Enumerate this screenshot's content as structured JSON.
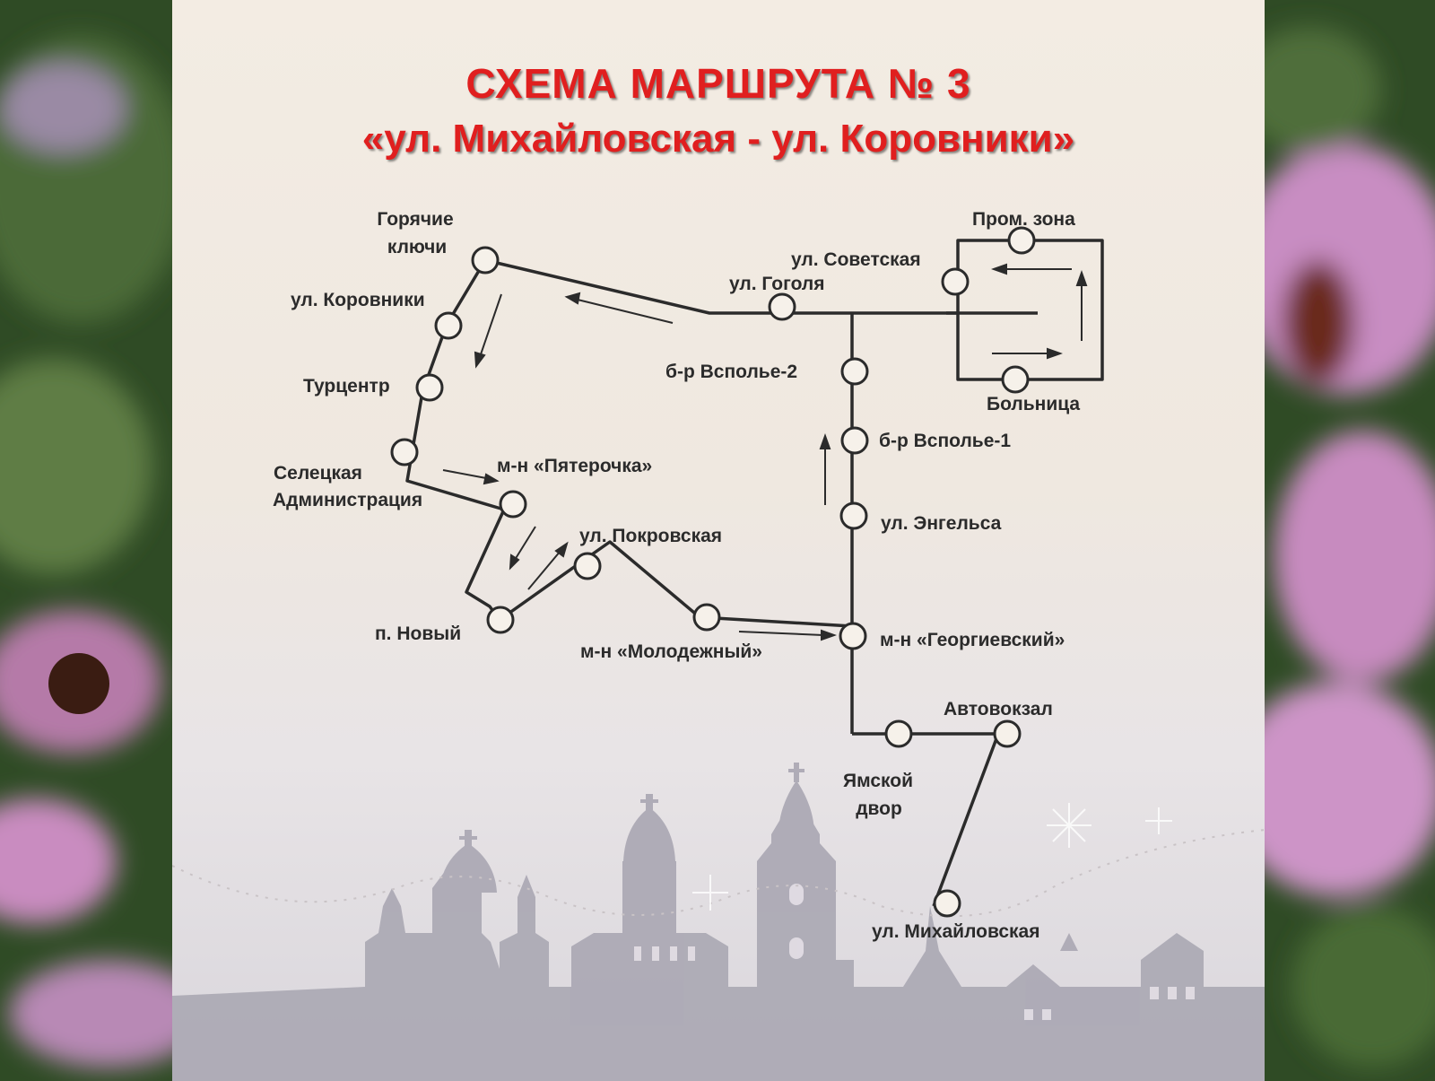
{
  "title": {
    "line1": "СХЕМА МАРШРУТА № 3",
    "line2": "«ул. Михайловская - ул. Коровники»"
  },
  "stops": {
    "goryachie_1": "Горячие",
    "goryachie_2": "ключи",
    "korovniki": "ул. Коровники",
    "turcentr": "Турцентр",
    "seleckaya_1": "Селецкая",
    "seleckaya_2": "Администрация",
    "pyaterochka": "м-н «Пятерочка»",
    "pokrovskaya": "ул. Покровская",
    "novy": "п. Новый",
    "molodezhny": "м-н «Молодежный»",
    "georgievsky": "м-н «Георгиевский»",
    "engelsa": "ул. Энгельса",
    "vspolie1": "б-р Всполье-1",
    "vspolie2": "б-р Всполье-2",
    "gogolya": "ул. Гоголя",
    "sovetskaya": "ул. Советская",
    "promzona": "Пром. зона",
    "bolnica": "Больница",
    "avtovokzal": "Автовокзал",
    "yamskoy_1": "Ямской",
    "yamskoy_2": "двор",
    "mikhaylovskaya": "ул. Михайловская"
  },
  "colors": {
    "title": "#e01f1f",
    "route_line": "#2b2b2b",
    "stop_fill": "#f6f1ea",
    "skyline": "#a9a6b2"
  }
}
